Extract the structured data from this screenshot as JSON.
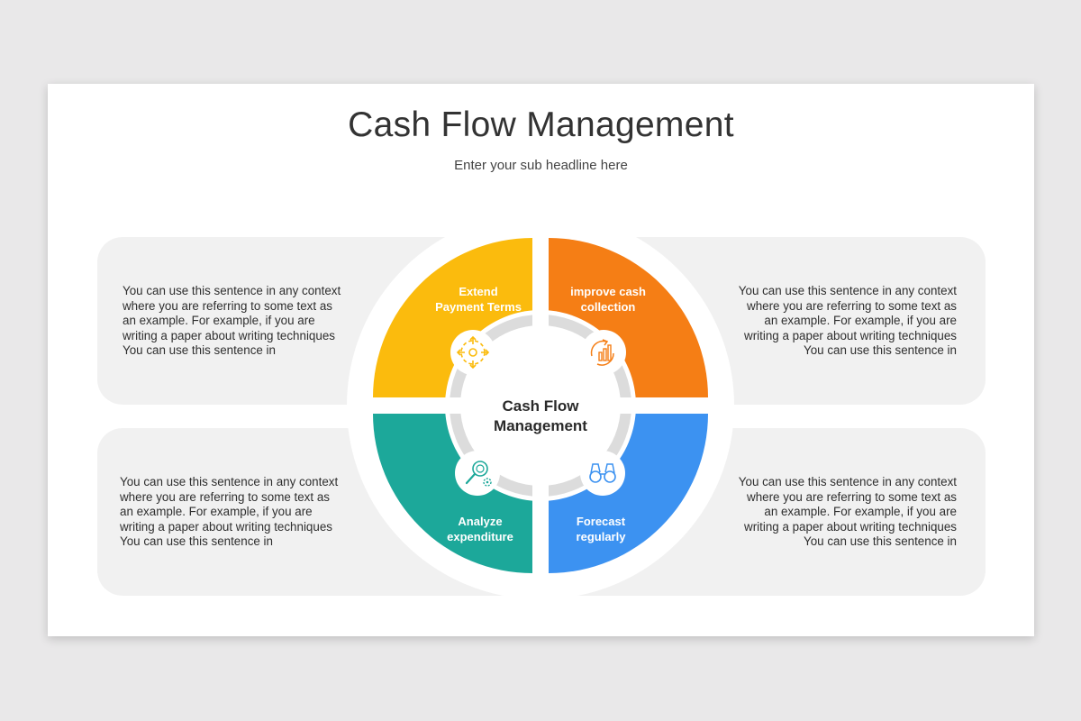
{
  "slide": {
    "title": "Cash Flow Management",
    "subtitle": "Enter your sub headline here"
  },
  "center": {
    "line1": "Cash Flow",
    "line2": "Management"
  },
  "segments": [
    {
      "line1": "Extend",
      "line2": "Payment Terms",
      "color": "#fbbb0d",
      "icon": "compass-arrows-icon"
    },
    {
      "line1": "improve cash",
      "line2": "collection",
      "color": "#f57e15",
      "icon": "growth-chart-icon"
    },
    {
      "line1": "Analyze",
      "line2": "expenditure",
      "color": "#1ca89a",
      "icon": "magnifier-gear-icon"
    },
    {
      "line1": "Forecast",
      "line2": "regularly",
      "color": "#3c92f1",
      "icon": "binoculars-icon"
    }
  ],
  "texts": {
    "top_left": [
      "You can use this sentence  in any context",
      "where you are referring to some text as",
      "an example. For example, if you are",
      "writing a paper about writing techniques",
      "You can use this sentence  in"
    ],
    "top_right": [
      "You can use this sentence  in any context",
      "where you are referring to some text as",
      "an example. For example, if you are",
      "writing a paper about writing techniques",
      "You can use this sentence  in"
    ],
    "bottom_left": [
      "You can use this sentence  in any context",
      "where you are referring to some text as",
      "an example. For example, if you are",
      "writing a paper about writing techniques",
      "You can use this sentence  in"
    ],
    "bottom_right": [
      "You can use this sentence  in any context",
      "where you are referring to some text as",
      "an example. For example, if you are",
      "writing a paper about writing techniques",
      "You can use this sentence  in"
    ]
  }
}
